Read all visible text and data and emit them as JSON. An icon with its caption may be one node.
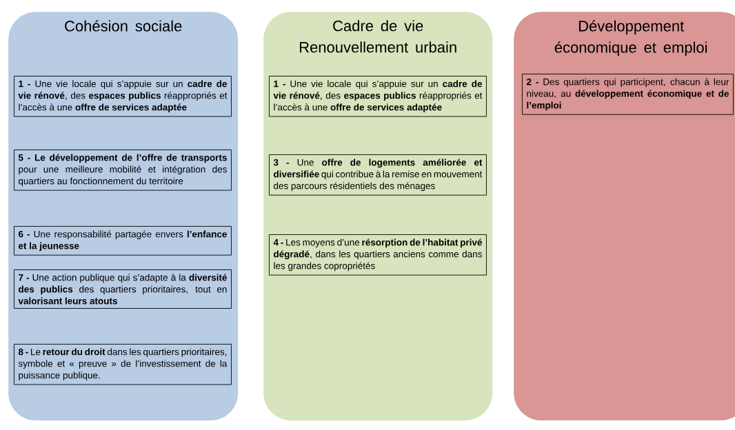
{
  "diagram": {
    "nodes": [
      {
        "text": [
          "Cohésion sociale"
        ]
      },
      {
        "text": [
          "**1 -** Une vie locale qui s’appuie sur un **cadre de vie rénové**, des **espaces publics** réappropriés et l’accès à une **offre de services adaptée**"
        ],
        "in": 0
      },
      {
        "text": [
          "**5 - Le développement de l’offre de transports** pour une meilleure mobilité et intégration des quartiers au fonctionnement du territoire"
        ],
        "in": 0
      },
      {
        "text": [
          "**6 -** Une responsabilité partagée envers **l’enfance et la jeunesse**"
        ],
        "in": 0
      },
      {
        "text": [
          "**7 -** Une action publique qui s’adapte à la **diversité des publics** des quartiers prioritaires, tout en **valorisant leurs atouts**"
        ],
        "in": 0
      },
      {
        "text": [
          "**8 -** Le **retour du droit** dans les quartiers prioritaires, symbole et « preuve » de l’investissement de la puissance publique."
        ],
        "in": 0
      },
      {
        "text": [
          "Cadre de vie Renouvellement urbain"
        ]
      },
      {
        "text": [
          "**1 -** Une vie locale qui s’appuie sur un **cadre de vie rénové**, des **espaces publics** réappropriés et l’accès à une **offre de services adaptée**"
        ],
        "in": 6
      },
      {
        "text": [
          "**3 -** Une **offre de logements améliorée et diversifiée** qui contribue à la remise en mouvement des parcours résidentiels des ménages"
        ],
        "in": 6
      },
      {
        "text": [
          "**4 -** Les moyens d’une **résorption de l’habitat privé dégradé**, dans les quartiers anciens comme dans les grandes copropriétés"
        ],
        "in": 6
      },
      {
        "text": [
          "Développement économique et emploi"
        ]
      },
      {
        "text": [
          "**2 -** Des quartiers qui participent, chacun à leur niveau, au **développement économique et de l’emploi**"
        ],
        "in": 10
      }
    ]
  }
}
